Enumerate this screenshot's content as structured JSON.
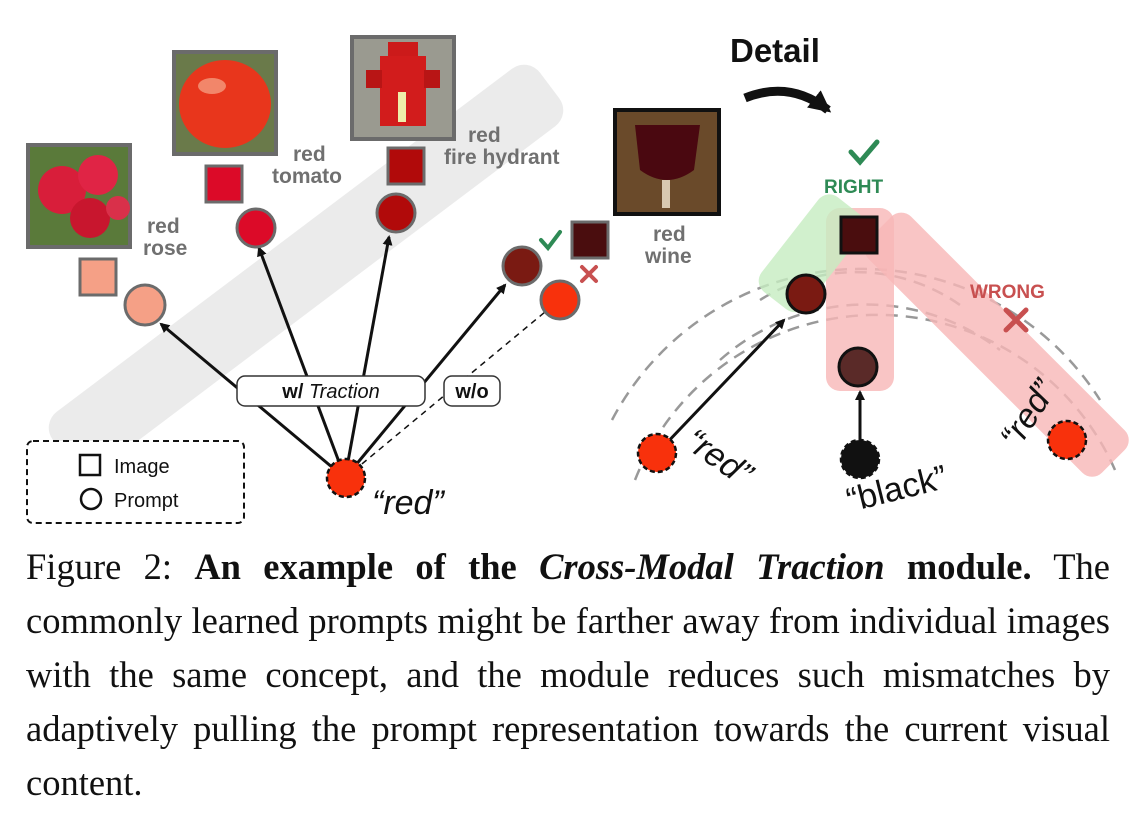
{
  "figure": {
    "labels": {
      "rose": [
        "red",
        "rose"
      ],
      "tomato": [
        "red",
        "tomato"
      ],
      "hydrant": [
        "red",
        "fire hydrant"
      ],
      "wine": [
        "red",
        "wine"
      ]
    },
    "prompt_word": "“red”",
    "with_traction": {
      "prefix": "w/ ",
      "emph": "Traction"
    },
    "without_traction": "w/o",
    "legend": {
      "image": "Image",
      "prompt": "Prompt"
    },
    "detail_title": "Detail",
    "right_label": "RIGHT",
    "wrong_label": "WRONG",
    "arc_labels": {
      "left": "“red”",
      "middle": "“black”",
      "right": "“red”"
    },
    "colors": {
      "rose": "#f5a086",
      "tomato": "#dc0a28",
      "hydrant": "#b10a0a",
      "wine": "#4a0d0e",
      "wine_prompt": "#7a1a12",
      "bright_red": "#f8310c",
      "black_prompt": "#5a2a28",
      "green_check": "#2e8a55",
      "red_cross": "#c85050"
    },
    "image_icons": [
      "rose-photo",
      "tomato-photo",
      "fire-hydrant-photo",
      "red-wine-photo"
    ]
  },
  "caption": {
    "prefix": "Figure 2: ",
    "bold_a": "An example of the ",
    "bold_italic": "Cross-Modal Traction",
    "bold_b": " module.",
    "text": " The commonly learned prompts might be farther away from individual images with the same concept, and the module reduces such mismatches by adaptively pulling the prompt representation towards the current visual content."
  }
}
